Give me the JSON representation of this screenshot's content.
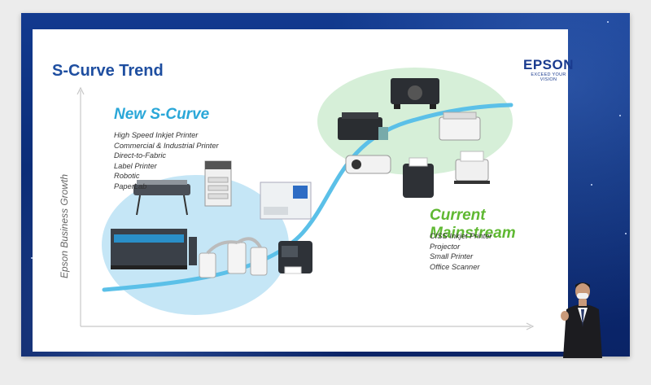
{
  "slide": {
    "title": "S-Curve Trend",
    "y_axis_label": "Epson Business Growth"
  },
  "logo": {
    "brand": "EPSON",
    "tagline": "EXCEED YOUR VISION"
  },
  "new_s_curve": {
    "title": "New S-Curve",
    "items": [
      "High Speed Inkjet Printer",
      "Commercial & Industrial Printer",
      "Direct-to-Fabric",
      "Label Printer",
      "Robotic",
      "PaperLab"
    ]
  },
  "current_mainstream": {
    "title": "Current Mainstream",
    "items": [
      "CISS Inkjet Printer",
      "Projector",
      "Small Printer",
      "Office Scanner"
    ]
  },
  "colors": {
    "curve": "#5bc0e8",
    "new_blob": "#c5e6f6",
    "current_blob": "#d6efd8",
    "title_blue": "#1e4ea0",
    "new_title": "#2aa7d8",
    "current_title": "#5fb832"
  },
  "products": {
    "new": [
      "large-format-printer",
      "office-multifunction-printer",
      "industrial-textile-printer",
      "scara-robot",
      "paperlab-machine",
      "label-printer"
    ],
    "current": [
      "ecotank-printer",
      "projector",
      "dot-matrix-printer",
      "receipt-printer",
      "document-scanner",
      "high-end-projector"
    ]
  }
}
